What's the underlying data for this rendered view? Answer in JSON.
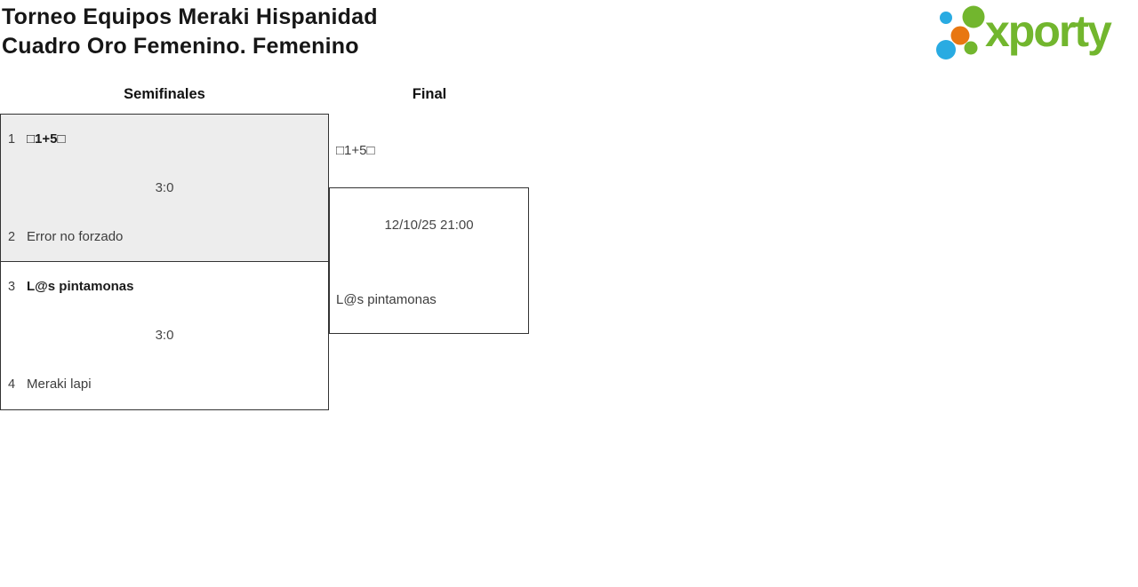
{
  "page": {
    "title_line1": "Torneo Equipos Meraki Hispanidad",
    "title_line2": "Cuadro Oro Femenino. Femenino"
  },
  "logo": {
    "wordmark": "xporty",
    "colors": {
      "green": "#72b62e",
      "blue": "#29abe2",
      "orange": "#e87711"
    }
  },
  "bracket": {
    "rounds": [
      {
        "label": "Semifinales"
      },
      {
        "label": "Final"
      }
    ],
    "semifinals": [
      {
        "team1": {
          "seed": "1",
          "name": "□1+5□"
        },
        "team2": {
          "seed": "2",
          "name": "Error no forzado"
        },
        "score": "3:0"
      },
      {
        "team1": {
          "seed": "3",
          "name": "L@s pintamonas"
        },
        "team2": {
          "seed": "4",
          "name": "Meraki lapi"
        },
        "score": "3:0"
      }
    ],
    "final": {
      "team1": "□1+5□",
      "team2": "L@s pintamonas",
      "datetime": "12/10/25 21:00"
    }
  }
}
